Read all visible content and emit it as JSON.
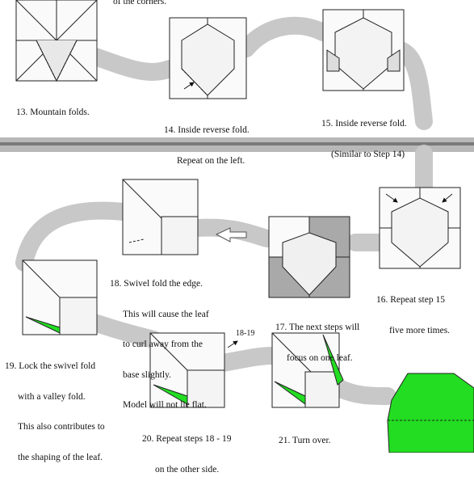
{
  "header_fragment": "of the corners.",
  "steps": {
    "s13": [
      "13. Mountain folds."
    ],
    "s14": [
      "14. Inside reverse fold.",
      "Repeat on the left."
    ],
    "s15": [
      "15. Inside reverse fold.",
      "(Similar to Step 14)"
    ],
    "s16": [
      "16. Repeat step 15",
      "five more times."
    ],
    "s17": [
      "17. The next steps will",
      "focus on one leaf."
    ],
    "s18": [
      "18. Swivel fold the edge.",
      "This will cause the leaf",
      "to curl away from the",
      "base slightly.",
      "Model will not lie flat."
    ],
    "s19": [
      "19. Lock the swivel fold",
      "with a valley fold.",
      "This also contributes to",
      "the shaping of the leaf."
    ],
    "s20": [
      "20. Repeat steps 18 - 19",
      "on the other side."
    ],
    "s21": [
      "21. Turn over."
    ]
  },
  "annotation_18_19": "18-19",
  "colors": {
    "leaf_green": "#22dd22",
    "path_gray": "#c8c8c8",
    "divider_gray": "#8a8a8a",
    "shade_gray": "#a9a9a9",
    "paper_white": "#fafafa"
  }
}
